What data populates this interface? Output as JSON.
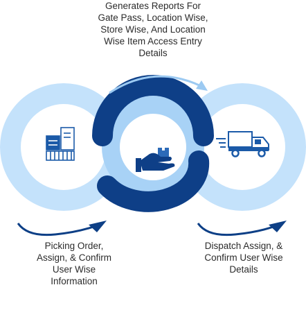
{
  "top_caption": {
    "lines": [
      "Generates Reports For",
      "Gate Pass, Location Wise,",
      "Store Wise, And Location",
      "Wise Item Access Entry",
      "Details"
    ]
  },
  "left_caption": {
    "lines": [
      "Picking Order,",
      "Assign, & Confirm",
      "User Wise",
      "Information"
    ]
  },
  "right_caption": {
    "lines": [
      "Dispatch Assign, &",
      "Confirm User Wise",
      "Details"
    ]
  },
  "icons": {
    "left": "warehouse-shelf-icon",
    "center": "hand-with-box-icon",
    "right": "delivery-truck-icon"
  },
  "colors": {
    "light_ring": "#9ccaf2",
    "light_ring_fill": "#bfe0fb",
    "dark_ring": "#0d3f86",
    "accent": "#1b5aa8"
  }
}
